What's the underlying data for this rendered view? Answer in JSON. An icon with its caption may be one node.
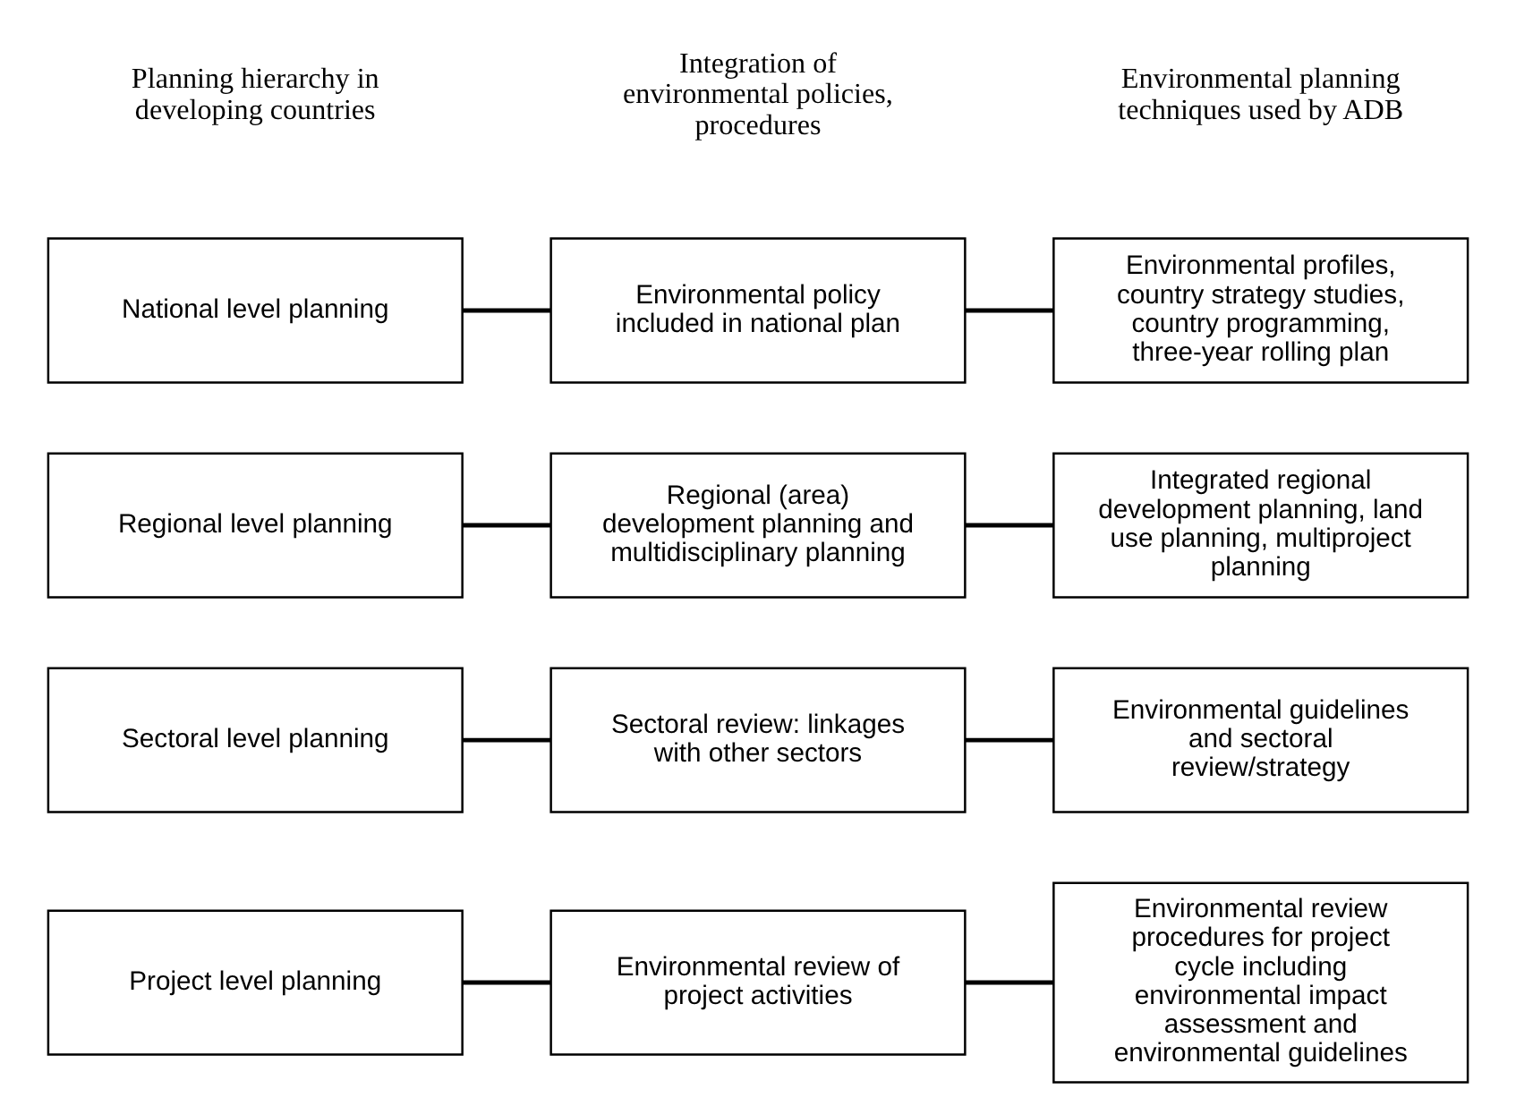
{
  "diagram": {
    "nodes": [
      {
        "text": [
          "National level planning"
        ]
      },
      {
        "text": [
          "Environmental policy included in national plan"
        ]
      },
      {
        "text": [
          "Environmental profiles, country strategy studies, country programming, three-year rolling plan"
        ]
      },
      {
        "text": [
          "Regional level planning"
        ]
      },
      {
        "text": [
          "Regional (area) development planning and multidisciplinary planning"
        ]
      },
      {
        "text": [
          "Integrated regional development planning, land use planning, multiproject planning"
        ]
      },
      {
        "text": [
          "Sectoral level planning"
        ]
      },
      {
        "text": [
          "Sectoral review: linkages with other sectors"
        ]
      },
      {
        "text": [
          "Environmental guidelines and sectoral review/strategy"
        ]
      },
      {
        "text": [
          "Project level planning"
        ]
      },
      {
        "text": [
          "Environmental review of project activities"
        ]
      },
      {
        "text": [
          "Environmental review procedures for project cycle including environmental impact assessment and environmental guidelines"
        ]
      }
    ],
    "edges": [
      {
        "from": 0,
        "to": 1,
        "arrow": "none"
      },
      {
        "from": 1,
        "to": 2,
        "arrow": "none"
      },
      {
        "from": 3,
        "to": 4,
        "arrow": "none"
      },
      {
        "from": 4,
        "to": 5,
        "arrow": "none"
      },
      {
        "from": 6,
        "to": 7,
        "arrow": "none"
      },
      {
        "from": 7,
        "to": 8,
        "arrow": "none"
      },
      {
        "from": 9,
        "to": 10,
        "arrow": "none"
      },
      {
        "from": 10,
        "to": 11,
        "arrow": "none"
      }
    ],
    "labels": [
      "Integration of environmental policies, procedures",
      "Planning hierarchy in developing countries",
      "Environmental planning techniques used by ADB"
    ]
  }
}
